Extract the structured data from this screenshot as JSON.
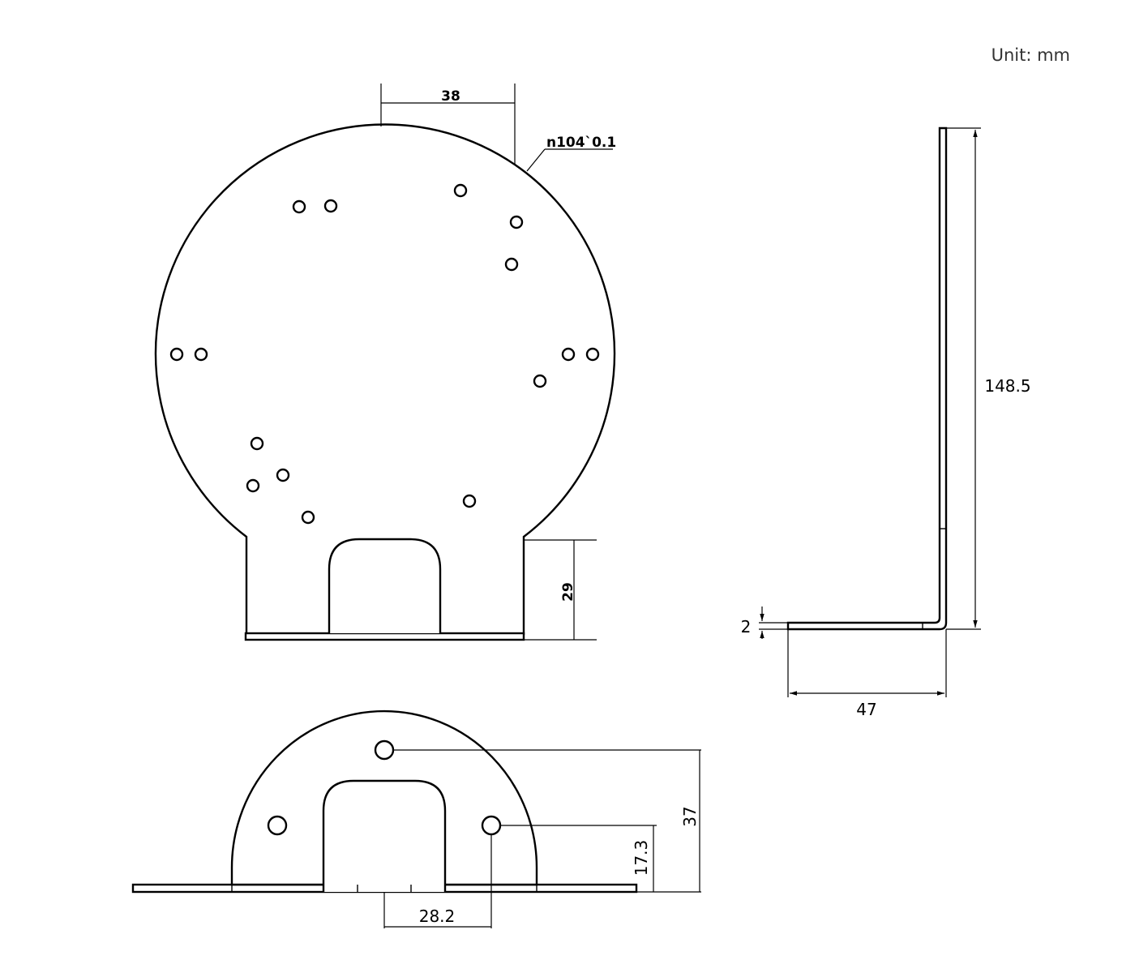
{
  "unit_label": "Unit: mm",
  "colors": {
    "line": "#000000",
    "background": "#ffffff",
    "unit_text": "#333333"
  },
  "front_view": {
    "dim_top_width": "38",
    "dim_diameter": "n104`0.1",
    "dim_tab_height": "29"
  },
  "side_view": {
    "dim_height": "148.5",
    "dim_thickness": "2",
    "dim_depth": "47"
  },
  "bottom_view": {
    "dim_hole_height": "37",
    "dim_side_hole_height": "17.3",
    "dim_hole_spacing": "28.2"
  }
}
